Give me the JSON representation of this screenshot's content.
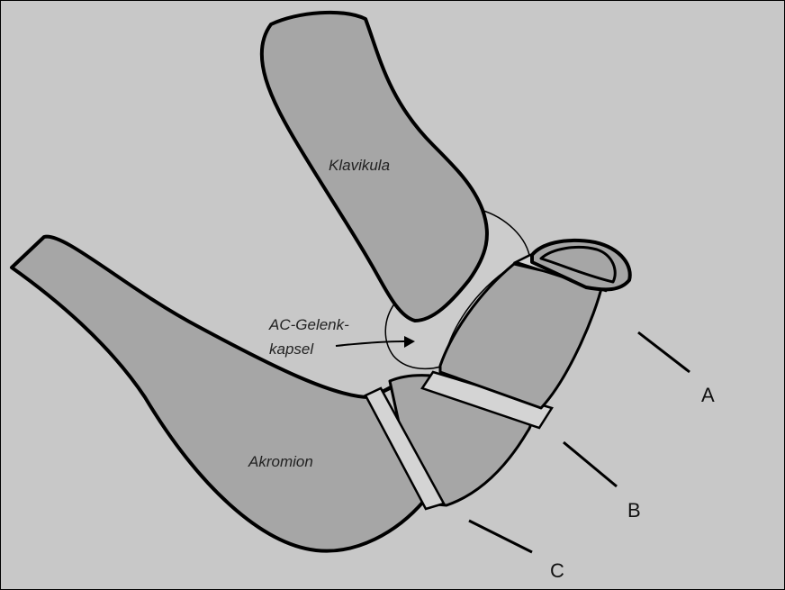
{
  "labels": {
    "klavikula": "Klavikula",
    "ac_line1": "AC-Gelenk-",
    "ac_line2": "kapsel",
    "akromion": "Akromion",
    "a": "A",
    "b": "B",
    "c": "C"
  },
  "colors": {
    "background": "#c8c8c8",
    "bone": "#a6a6a6",
    "outline": "#000000"
  }
}
